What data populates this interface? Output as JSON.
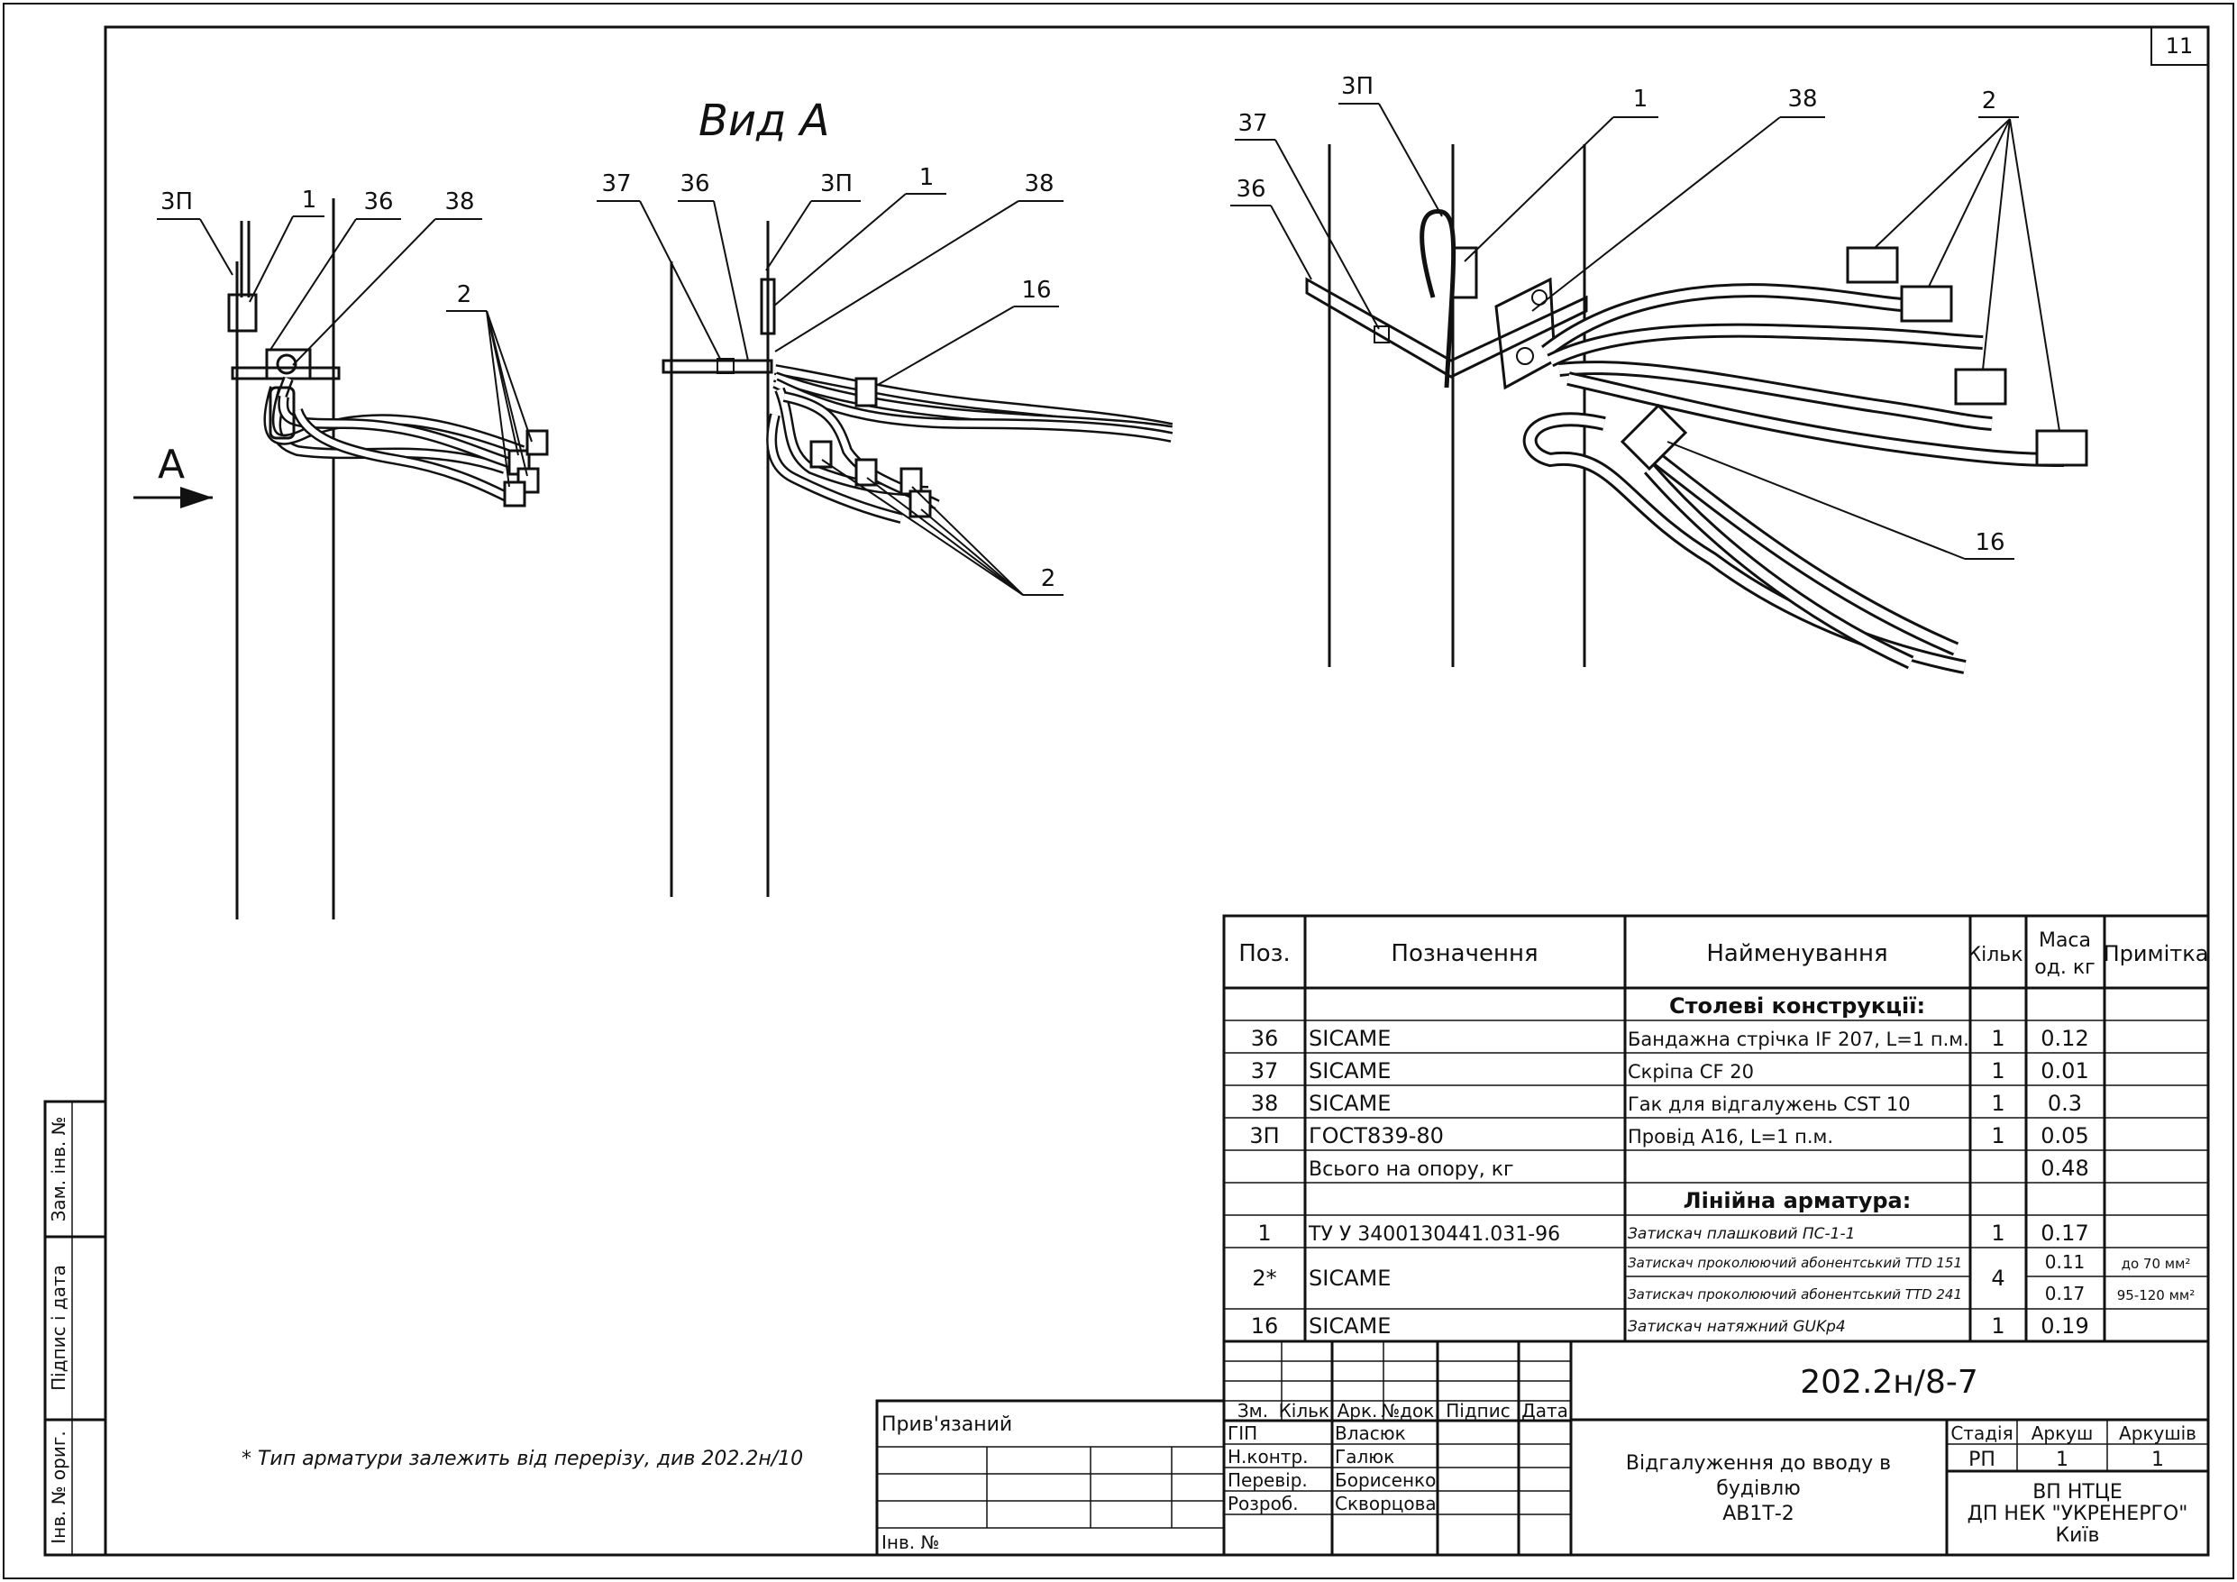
{
  "sheet_number": "11",
  "view_title": "Вид А",
  "view_arrow_label": "А",
  "footnote": "* Тип арматури залежить від перерізу, див 202.2н/10",
  "views": {
    "left": {
      "callouts": {
        "c3p": "3П",
        "c1": "1",
        "c36": "36",
        "c38": "38",
        "c2": "2"
      }
    },
    "middle": {
      "callouts": {
        "c37": "37",
        "c36": "36",
        "c3p": "3П",
        "c1": "1",
        "c38": "38",
        "c16": "16",
        "c2": "2"
      }
    },
    "right": {
      "callouts": {
        "c3p": "3П",
        "c1": "1",
        "c38": "38",
        "c2": "2",
        "c37": "37",
        "c36": "36",
        "c16": "16"
      }
    }
  },
  "spec_table": {
    "headers": {
      "pos": "Поз.",
      "designation": "Позначення",
      "name": "Найменування",
      "qty": "Кільк.",
      "mass1": "Маса",
      "mass2": "од. кг",
      "note": "Примітка"
    },
    "section1": "Столеві конструкції:",
    "rows1": [
      {
        "pos": "36",
        "des": "SICAME",
        "name": "Бандажна стрічка IF 207, L=1 п.м.",
        "qty": "1",
        "mass": "0.12",
        "note": ""
      },
      {
        "pos": "37",
        "des": "SICAME",
        "name": "Скріпа CF 20",
        "qty": "1",
        "mass": "0.01",
        "note": ""
      },
      {
        "pos": "38",
        "des": "SICAME",
        "name": "Гак для відгалужень CST 10",
        "qty": "1",
        "mass": "0.3",
        "note": ""
      },
      {
        "pos": "3П",
        "des": "ГОСТ839-80",
        "name": "Провід А16, L=1 п.м.",
        "qty": "1",
        "mass": "0.05",
        "note": ""
      }
    ],
    "total_label": "Всього на опору, кг",
    "total_mass": "0.48",
    "section2": "Лінійна арматура:",
    "row_1": {
      "pos": "1",
      "des": "ТУ У 3400130441.031-96",
      "name": "Затискач плашковий ПС-1-1",
      "qty": "1",
      "mass": "0.17"
    },
    "row_2": {
      "pos": "2*",
      "des": "SICAME",
      "name_a": "Затискач проколюючий абонентський TTD 151",
      "name_b": "Затискач проколюючий абонентський TTD 241",
      "qty": "4",
      "mass_a": "0.11",
      "mass_b": "0.17",
      "note_a": "до 70 мм²",
      "note_b": "95-120 мм²"
    },
    "row_16": {
      "pos": "16",
      "des": "SICAME",
      "name": "Затискач натяжний GUKp4",
      "qty": "1",
      "mass": "0.19"
    }
  },
  "title_block": {
    "doc_code": "202.2н/8-7",
    "col_headers": {
      "zm": "Зм.",
      "kilk": "Кільк.",
      "ark": "Арк.",
      "ndok": "№док.",
      "pidpys": "Підпис",
      "data": "Дата"
    },
    "roles": [
      {
        "role": "ГІП",
        "name": "Власюк"
      },
      {
        "role": "Н.контр.",
        "name": "Галюк"
      },
      {
        "role": "Перевір.",
        "name": "Борисенко"
      },
      {
        "role": "Розроб.",
        "name": "Скворцова"
      }
    ],
    "title_line1": "Відгалуження до вводу в",
    "title_line2": "будівлю",
    "title_line3": "АВ1Т-2",
    "stage_label": "Стадія",
    "sheet_label": "Аркуш",
    "sheets_label": "Аркушів",
    "stage": "РП",
    "sheet": "1",
    "sheets": "1",
    "org_line1": "ВП НТЦЕ",
    "org_line2": "ДП НЕК \"УКРЕНЕРГО\"",
    "org_line3": "Київ"
  },
  "left_stamp": {
    "privyazaniy": "Прив'язаний",
    "inv_no": "Інв. №",
    "side_labels": {
      "zam": "Зам. інв. №",
      "pidpys": "Підпис і дата",
      "inv_orig": "Інв. № ориг."
    }
  }
}
